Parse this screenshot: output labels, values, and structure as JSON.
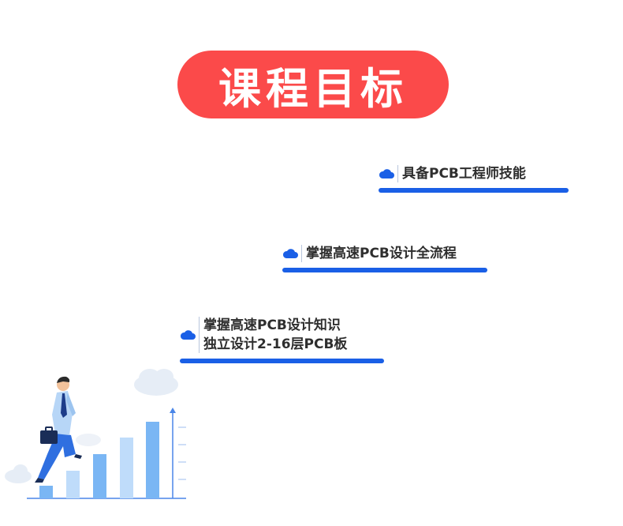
{
  "title": "课程目标",
  "goals": [
    {
      "lines": [
        "具备PCB工程师技能"
      ]
    },
    {
      "lines": [
        "掌握高速PCB设计全流程"
      ]
    },
    {
      "lines": [
        "掌握高速PCB设计知识",
        "独立设计2-16层PCB板"
      ]
    }
  ],
  "colors": {
    "title_pill": "#fb4a4a",
    "accent_blue": "#1a5fe6",
    "text": "#2e2e2e"
  },
  "icons": {
    "goal_marker": "cloud-icon",
    "illustration": "businessman-climbing-bar-chart"
  }
}
